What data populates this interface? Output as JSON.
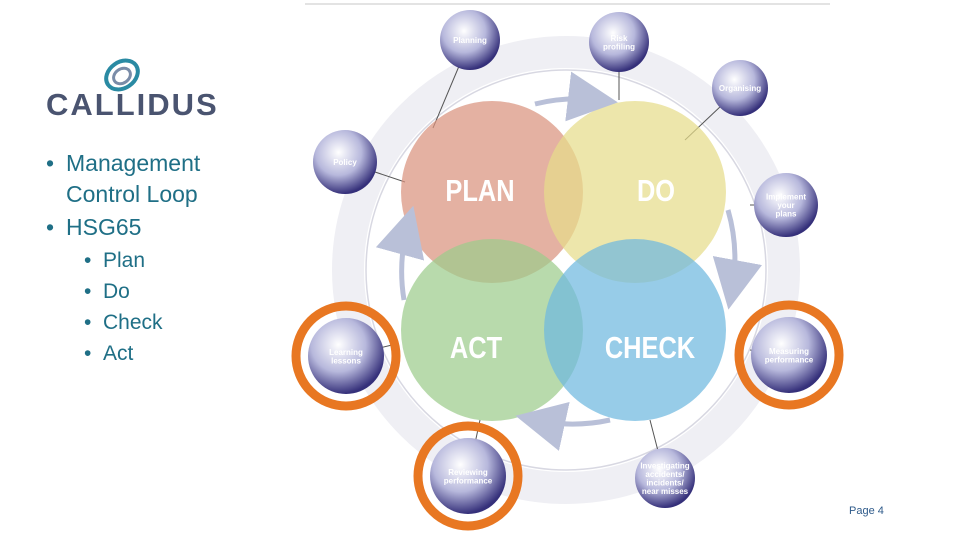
{
  "brand": {
    "name": "CALLIDUS"
  },
  "bullets": {
    "management_control_loop": [
      "Management",
      "Control Loop"
    ],
    "hsg65": "HSG65",
    "sub_items": [
      "Plan",
      "Do",
      "Check",
      "Act"
    ]
  },
  "cycle": {
    "circles": [
      {
        "key": "plan",
        "label": "PLAN",
        "color": "#d9937e"
      },
      {
        "key": "do",
        "label": "DO",
        "color": "#e6dc8a"
      },
      {
        "key": "act",
        "label": "ACT",
        "color": "#9ccc8c"
      },
      {
        "key": "check",
        "label": "CHECK",
        "color": "#6fb8df"
      }
    ],
    "nodes": [
      {
        "key": "planning",
        "lines": [
          "Planning"
        ],
        "highlighted": false
      },
      {
        "key": "risk-profiling",
        "lines": [
          "Risk",
          "profiling"
        ],
        "highlighted": false
      },
      {
        "key": "organising",
        "lines": [
          "Organising"
        ],
        "highlighted": false
      },
      {
        "key": "implement-your-plans",
        "lines": [
          "Implement",
          "your",
          "plans"
        ],
        "highlighted": false
      },
      {
        "key": "measuring-performance",
        "lines": [
          "Measuring",
          "performance"
        ],
        "highlighted": true
      },
      {
        "key": "investigating-accidents",
        "lines": [
          "Investigating",
          "accidents/",
          "incidents/",
          "near misses"
        ],
        "highlighted": false
      },
      {
        "key": "reviewing-performance",
        "lines": [
          "Reviewing",
          "performance"
        ],
        "highlighted": true
      },
      {
        "key": "learning-lessons",
        "lines": [
          "Learning",
          "lessons"
        ],
        "highlighted": true
      },
      {
        "key": "policy",
        "lines": [
          "Policy"
        ],
        "highlighted": false
      }
    ],
    "highlight_color": "#e87722"
  },
  "footer": {
    "page_label": "Page 4"
  }
}
